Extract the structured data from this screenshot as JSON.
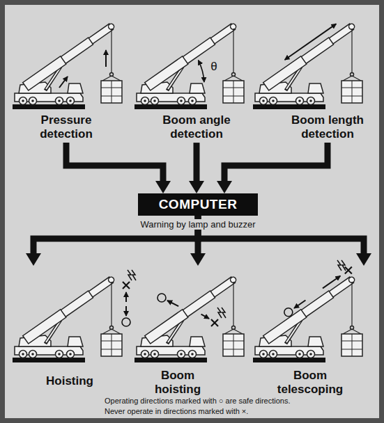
{
  "diagram": {
    "caption": "Operating directions marked with ○ are safe directions. Never operate in directions marked with ×.",
    "nodes": [
      {
        "text": [
          "Pressure detection"
        ]
      },
      {
        "text": [
          "Boom angle detection"
        ]
      },
      {
        "text": [
          "Boom length detection"
        ]
      },
      {
        "text": [
          "COMPUTER"
        ]
      },
      {
        "text": [
          "Hoisting"
        ]
      },
      {
        "text": [
          "Boom hoisting"
        ]
      },
      {
        "text": [
          "Boom telescoping"
        ]
      }
    ],
    "edges": [
      {
        "from": 0,
        "to": 3,
        "arrow": "to"
      },
      {
        "from": 1,
        "to": 3,
        "arrow": "to"
      },
      {
        "from": 2,
        "to": 3,
        "arrow": "to"
      },
      {
        "from": 3,
        "to": 4,
        "arrow": "to"
      },
      {
        "from": 3,
        "to": 5,
        "arrow": "to"
      },
      {
        "from": 3,
        "to": 6,
        "arrow": "to"
      }
    ],
    "labels": [
      "θ",
      "Warning by lamp and buzzer"
    ]
  }
}
